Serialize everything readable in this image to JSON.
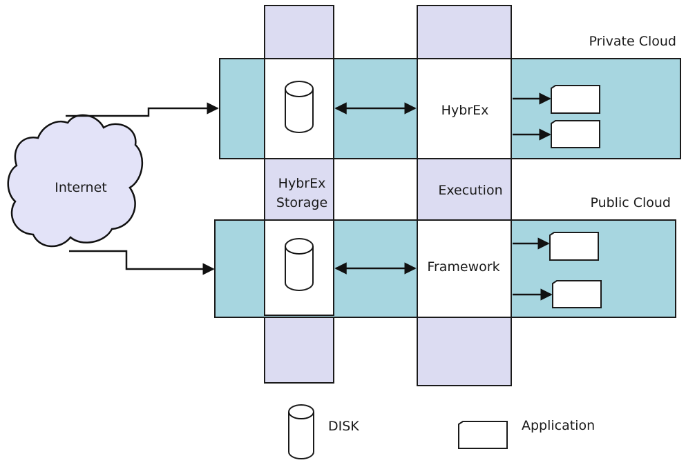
{
  "labels": {
    "private_cloud": "Private Cloud",
    "public_cloud": "Public Cloud",
    "internet": "Internet",
    "hybrex": "HybrEx",
    "execution": "Execution",
    "framework": "Framework",
    "storage_line1": "HybrEx",
    "storage_line2": "Storage"
  },
  "legend": {
    "disk": "DISK",
    "application": "Application"
  },
  "colors": {
    "cloud_band": "#a7d6e0",
    "column": "#dcdcf2",
    "internet_cloud": "#e3e3f8"
  }
}
